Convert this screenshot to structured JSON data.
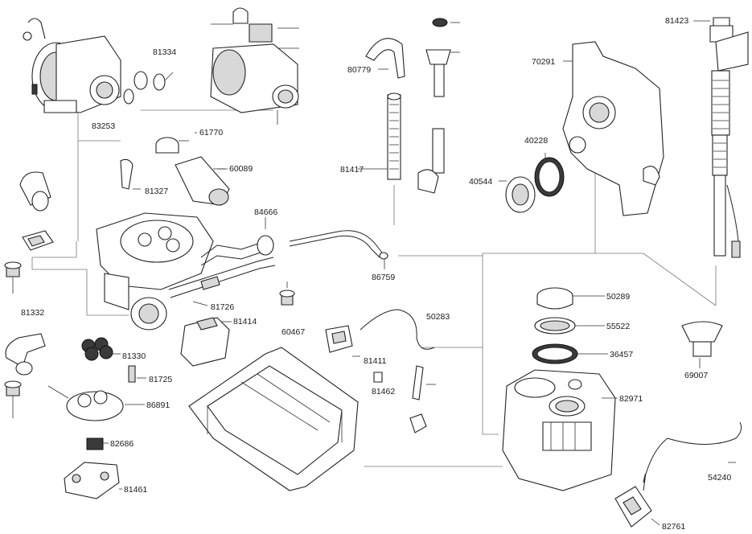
{
  "diagram": {
    "labels": [
      {
        "id": "81334",
        "text": "81334"
      },
      {
        "id": "83253",
        "text": "83253"
      },
      {
        "id": "61770",
        "text": "61770"
      },
      {
        "id": "60089",
        "text": "60089"
      },
      {
        "id": "81327",
        "text": "81327"
      },
      {
        "id": "80779",
        "text": "80779"
      },
      {
        "id": "81417",
        "text": "81417"
      },
      {
        "id": "84666",
        "text": "84666"
      },
      {
        "id": "86759",
        "text": "86759"
      },
      {
        "id": "81726",
        "text": "81726"
      },
      {
        "id": "81414",
        "text": "81414"
      },
      {
        "id": "60467",
        "text": "60467"
      },
      {
        "id": "81332",
        "text": "81332"
      },
      {
        "id": "81330",
        "text": "81330"
      },
      {
        "id": "81725",
        "text": "81725"
      },
      {
        "id": "86891",
        "text": "86891"
      },
      {
        "id": "82686",
        "text": "82686"
      },
      {
        "id": "81461",
        "text": "81461"
      },
      {
        "id": "50283",
        "text": "50283"
      },
      {
        "id": "81411",
        "text": "81411"
      },
      {
        "id": "81462",
        "text": "81462"
      },
      {
        "id": "81423",
        "text": "81423"
      },
      {
        "id": "70291",
        "text": "70291"
      },
      {
        "id": "40228",
        "text": "40228"
      },
      {
        "id": "40544",
        "text": "40544"
      },
      {
        "id": "50289",
        "text": "50289"
      },
      {
        "id": "55522",
        "text": "55522"
      },
      {
        "id": "36457",
        "text": "36457"
      },
      {
        "id": "82971",
        "text": "82971"
      },
      {
        "id": "69007",
        "text": "69007"
      },
      {
        "id": "54240",
        "text": "54240"
      },
      {
        "id": "82761",
        "text": "82761"
      }
    ]
  }
}
